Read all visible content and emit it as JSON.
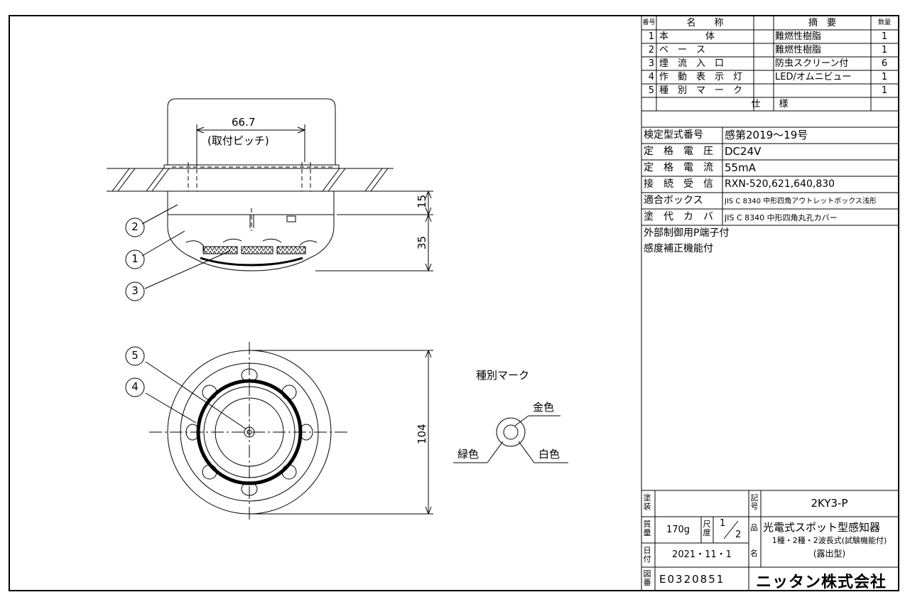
{
  "parts_table": {
    "headers": {
      "no": "番号",
      "name": "名　　称",
      "desc": "摘　要",
      "qty": "数量"
    },
    "rows": [
      {
        "no": "1",
        "name": "本　　　　体",
        "desc": "難燃性樹脂",
        "qty": "1"
      },
      {
        "no": "2",
        "name": "ベ　ー　ス",
        "desc": "難燃性樹脂",
        "qty": "1"
      },
      {
        "no": "3",
        "name": "煙　流　入　口",
        "desc": "防虫スクリーン付",
        "qty": "6"
      },
      {
        "no": "4",
        "name": "作　動　表　示　灯",
        "desc": "LED/オムニビュー",
        "qty": "1"
      },
      {
        "no": "5",
        "name": "種　別　マ　ー　ク",
        "desc": "",
        "qty": "1"
      }
    ]
  },
  "spec": {
    "title": "仕　　様",
    "rows": [
      {
        "label": "検定型式番号",
        "value": "感第2019～19号"
      },
      {
        "label": "定　格　電　圧",
        "value": "DC24V"
      },
      {
        "label": "定　格　電　流",
        "value": "55mA"
      },
      {
        "label": "接　続　受　信　機",
        "value": "RXN-520,621,640,830"
      },
      {
        "label": "適合ボックス",
        "value": "JIS C 8340 中形四角アウトレットボックス浅形"
      },
      {
        "label": "塗　代　カ　バ　ー",
        "value": "JIS C 8340 中形四角丸孔カバー"
      }
    ],
    "notes": [
      "外部制御用P端子付",
      "感度補正機能付"
    ]
  },
  "title_block": {
    "coating_label": "塗装",
    "symbol_label": "記号",
    "model": "2KY3-P",
    "mass_label": "質量",
    "mass": "170g",
    "scale_label": "尺度",
    "scale_num": "1",
    "scale_den": "2",
    "product_label": "品",
    "name_label": "名",
    "product_name": "光電式スポット型感知器",
    "product_sub1": "1種・2種・2波長式(試験機能付)",
    "product_sub2": "(露出型)",
    "date_label": "日付",
    "date": "2021・11・1",
    "drawing_no_label": "図番",
    "drawing_no": "E0320851",
    "company": "ニッタン株式会社"
  },
  "drawing": {
    "pitch_dim": "66.7",
    "pitch_label": "(取付ピッチ)",
    "dim_15": "15",
    "dim_35": "35",
    "dim_104": "104",
    "callouts": [
      "1",
      "2",
      "3",
      "4",
      "5"
    ],
    "mark_title": "種別マーク",
    "mark_gold": "金色",
    "mark_green": "緑色",
    "mark_white": "白色"
  }
}
